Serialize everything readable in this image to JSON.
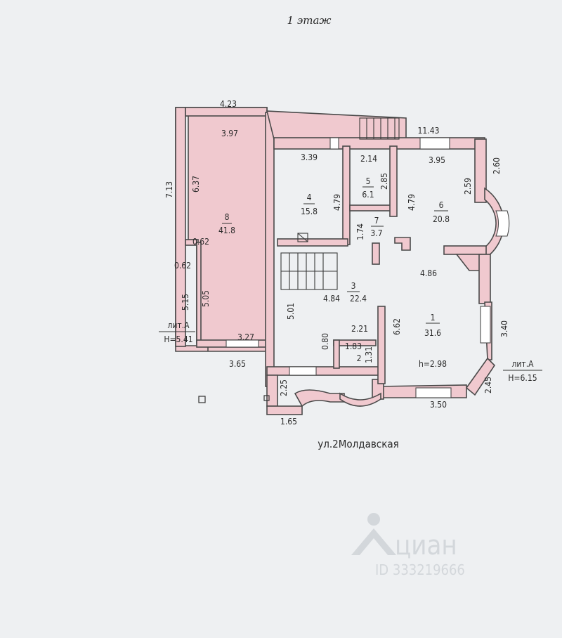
{
  "floor_title": "1 этаж",
  "street_label": "ул.2Молдавская",
  "height_tags": [
    {
      "id": "left",
      "lit": "лит.А",
      "h": "Н=5.41"
    },
    {
      "id": "right",
      "lit": "лит.А",
      "h": "Н=6.15"
    }
  ],
  "room_height": "h=2.98",
  "rooms": [
    {
      "num": "8",
      "area": "41.8"
    },
    {
      "num": "4",
      "area": "15.8"
    },
    {
      "num": "5",
      "area": "6.1"
    },
    {
      "num": "7",
      "area": "3.7"
    },
    {
      "num": "6",
      "area": "20.8"
    },
    {
      "num": "3",
      "area": "22.4"
    },
    {
      "num": "1",
      "area": "31.6"
    },
    {
      "num": "2",
      "area": ""
    }
  ],
  "dimensions": [
    "4.23",
    "3.97",
    "7.13",
    "6.37",
    "0.62",
    "0.62",
    "5.15",
    "5.05",
    "3.27",
    "3.65",
    "3.39",
    "4.79",
    "2.14",
    "2.85",
    "1.74",
    "11.43",
    "3.95",
    "2.60",
    "2.59",
    "4.79",
    "4.86",
    "5.01",
    "4.84",
    "2.21",
    "0.80",
    "1.83",
    "1.31",
    "6.62",
    "3.40",
    "2.45",
    "3.50",
    "2.25",
    "1.65"
  ],
  "watermark": {
    "brand": "циан",
    "id": "ID 333219666"
  }
}
